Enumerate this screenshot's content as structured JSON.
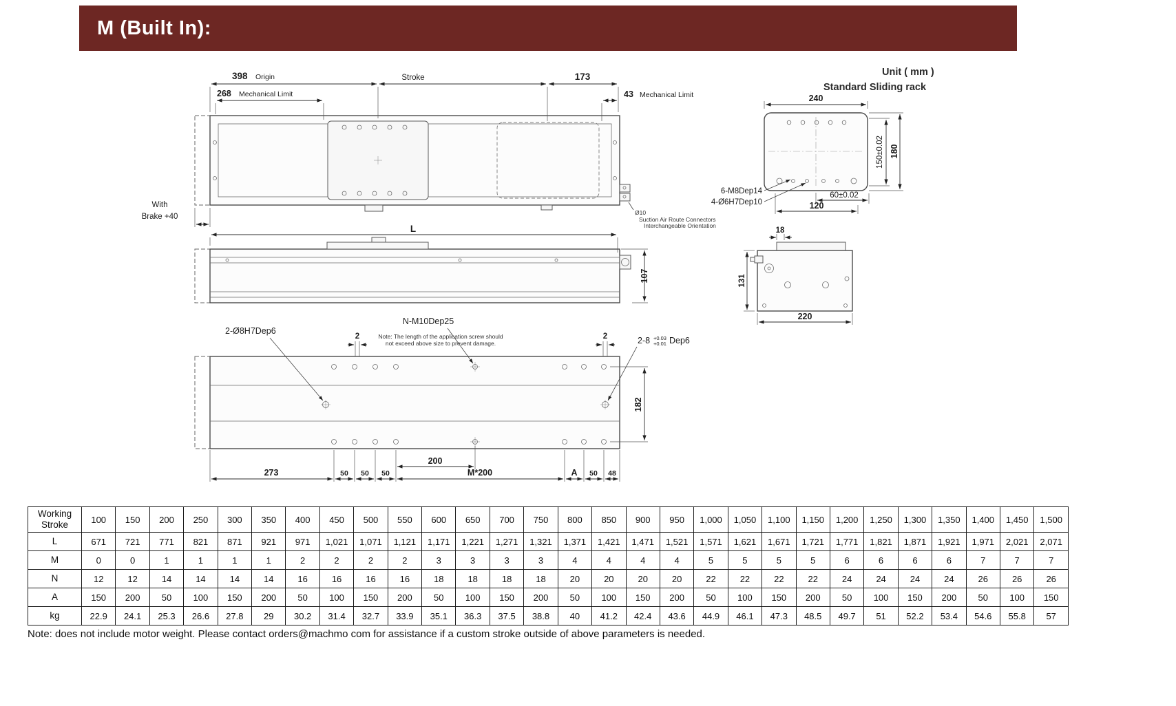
{
  "colors": {
    "banner": "#6d2723",
    "drawing_line": "#4a4a4a",
    "table_border": "#1a1a1a"
  },
  "header": {
    "title": "M (Built In):"
  },
  "drawing": {
    "unit": "Unit ( mm )",
    "product": "Standard Sliding rack",
    "top_view": {
      "dim_origin": "398",
      "origin_label": "Origin",
      "stroke_label": "Stroke",
      "dim_right_end": "173",
      "dim_mech_left": "268",
      "mech_left_label": "Mechanical Limit",
      "dim_mech_right": "43",
      "mech_right_label": "Mechanical Limit",
      "brake_line1": "With",
      "brake_line2": "Brake +40",
      "suction_dia": "Ø10",
      "suction_line1": "Suction Air Route Connectors",
      "suction_line2": "Interchangeable Orientation"
    },
    "end_view": {
      "dim_width": "240",
      "dim_height_inner": "150±0.02",
      "dim_height": "180",
      "dim_60": "60±0.02",
      "dim_120": "120",
      "callout_threads": "6-M8Dep14",
      "callout_dowels": "4-Ø6H7Dep10"
    },
    "side_view": {
      "dim_length": "L",
      "dim_height": "107"
    },
    "side_end_view": {
      "dim_top": "18",
      "dim_height": "131",
      "dim_width": "220"
    },
    "bottom_view": {
      "callout_dowels": "2-Ø8H7Dep6",
      "callout_threads": "N-M10Dep25",
      "note_line1": "Note: The length of the application screw should",
      "note_line2": "not exceed above size to prevent damage.",
      "dim_2_left": "2",
      "dim_2_right": "2",
      "callout_28": "2-8",
      "tol_upper": "+0.03",
      "tol_lower": "+0.01",
      "callout_28_suffix": "Dep6",
      "dim_182": "182",
      "dim_273": "273",
      "dim_50_1": "50",
      "dim_50_2": "50",
      "dim_50_3": "50",
      "dim_200": "200",
      "dim_m200": "M*200",
      "dim_a": "A",
      "dim_50_4": "50",
      "dim_48": "48"
    }
  },
  "table": {
    "rows": [
      {
        "label": "Working Stroke",
        "values": [
          "100",
          "150",
          "200",
          "250",
          "300",
          "350",
          "400",
          "450",
          "500",
          "550",
          "600",
          "650",
          "700",
          "750",
          "800",
          "850",
          "900",
          "950",
          "1,000",
          "1,050",
          "1,100",
          "1,150",
          "1,200",
          "1,250",
          "1,300",
          "1,350",
          "1,400",
          "1,450",
          "1,500"
        ]
      },
      {
        "label": "L",
        "values": [
          "671",
          "721",
          "771",
          "821",
          "871",
          "921",
          "971",
          "1,021",
          "1,071",
          "1,121",
          "1,171",
          "1,221",
          "1,271",
          "1,321",
          "1,371",
          "1,421",
          "1,471",
          "1,521",
          "1,571",
          "1,621",
          "1,671",
          "1,721",
          "1,771",
          "1,821",
          "1,871",
          "1,921",
          "1,971",
          "2,021",
          "2,071"
        ]
      },
      {
        "label": "M",
        "values": [
          "0",
          "0",
          "1",
          "1",
          "1",
          "1",
          "2",
          "2",
          "2",
          "2",
          "3",
          "3",
          "3",
          "3",
          "4",
          "4",
          "4",
          "4",
          "5",
          "5",
          "5",
          "5",
          "6",
          "6",
          "6",
          "6",
          "7",
          "7",
          "7"
        ]
      },
      {
        "label": "N",
        "values": [
          "12",
          "12",
          "14",
          "14",
          "14",
          "14",
          "16",
          "16",
          "16",
          "16",
          "18",
          "18",
          "18",
          "18",
          "20",
          "20",
          "20",
          "20",
          "22",
          "22",
          "22",
          "22",
          "24",
          "24",
          "24",
          "24",
          "26",
          "26",
          "26"
        ]
      },
      {
        "label": "A",
        "values": [
          "150",
          "200",
          "50",
          "100",
          "150",
          "200",
          "50",
          "100",
          "150",
          "200",
          "50",
          "100",
          "150",
          "200",
          "50",
          "100",
          "150",
          "200",
          "50",
          "100",
          "150",
          "200",
          "50",
          "100",
          "150",
          "200",
          "50",
          "100",
          "150"
        ]
      },
      {
        "label": "kg",
        "values": [
          "22.9",
          "24.1",
          "25.3",
          "26.6",
          "27.8",
          "29",
          "30.2",
          "31.4",
          "32.7",
          "33.9",
          "35.1",
          "36.3",
          "37.5",
          "38.8",
          "40",
          "41.2",
          "42.4",
          "43.6",
          "44.9",
          "46.1",
          "47.3",
          "48.5",
          "49.7",
          "51",
          "52.2",
          "53.4",
          "54.6",
          "55.8",
          "57"
        ]
      }
    ]
  },
  "footer": {
    "note": "Note: does not include motor weight. Please contact orders@machmo com for assistance if a custom stroke outside of above parameters is needed."
  }
}
